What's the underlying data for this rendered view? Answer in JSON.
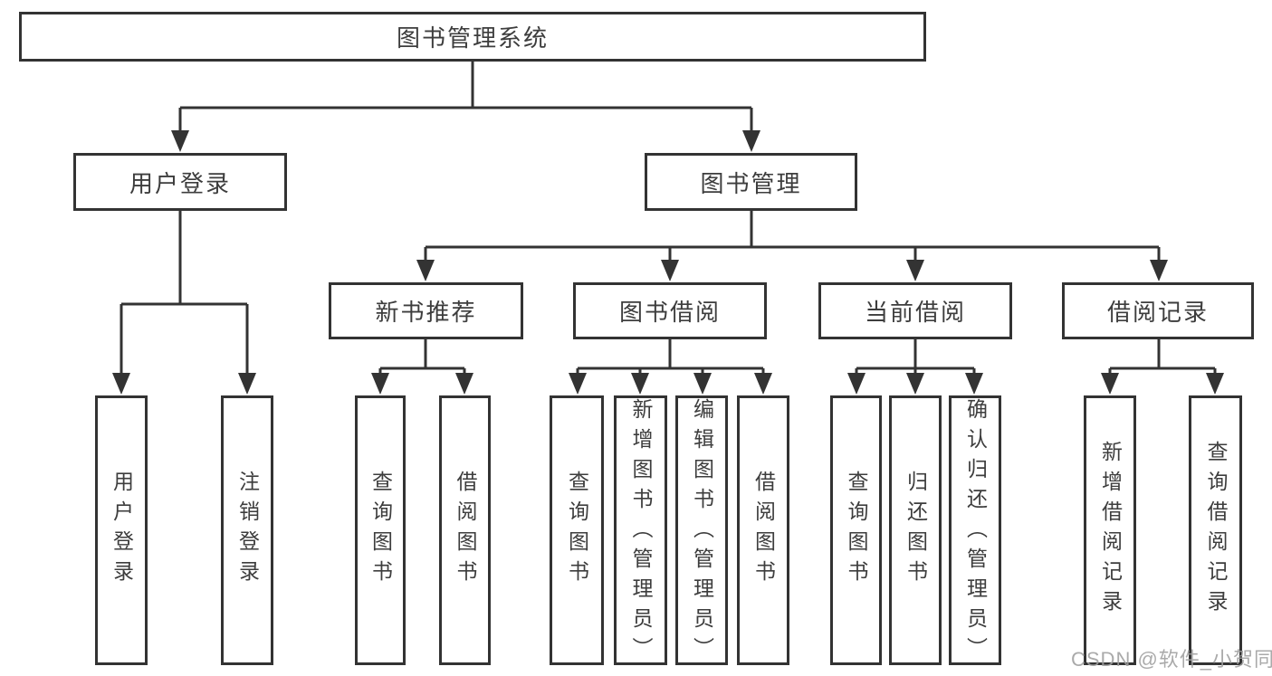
{
  "nodes": {
    "root": "图书管理系统",
    "level2": {
      "user_login": "用户登录",
      "book_mgmt": "图书管理"
    },
    "level3": {
      "new_book": "新书推荐",
      "book_borrow": "图书借阅",
      "current_borrow": "当前借阅",
      "borrow_record": "借阅记录"
    },
    "leaves": {
      "user_login": [
        "用户登录",
        "注销登录"
      ],
      "new_book": [
        "查询图书",
        "借阅图书"
      ],
      "book_borrow": [
        "查询图书",
        "新增图书（管理员）",
        "编辑图书（管理员）",
        "借阅图书"
      ],
      "current_borrow": [
        "查询图书",
        "归还图书",
        "确认归还（管理员）"
      ],
      "borrow_record": [
        "新增借阅记录",
        "查询借阅记录"
      ]
    }
  },
  "watermark": "CSDN @软件_小贺同学",
  "colors": {
    "line": "#333333",
    "box_border": "#333333",
    "text": "#3d3d3d",
    "background": "#ffffff",
    "watermark": "#9e9e9e"
  }
}
